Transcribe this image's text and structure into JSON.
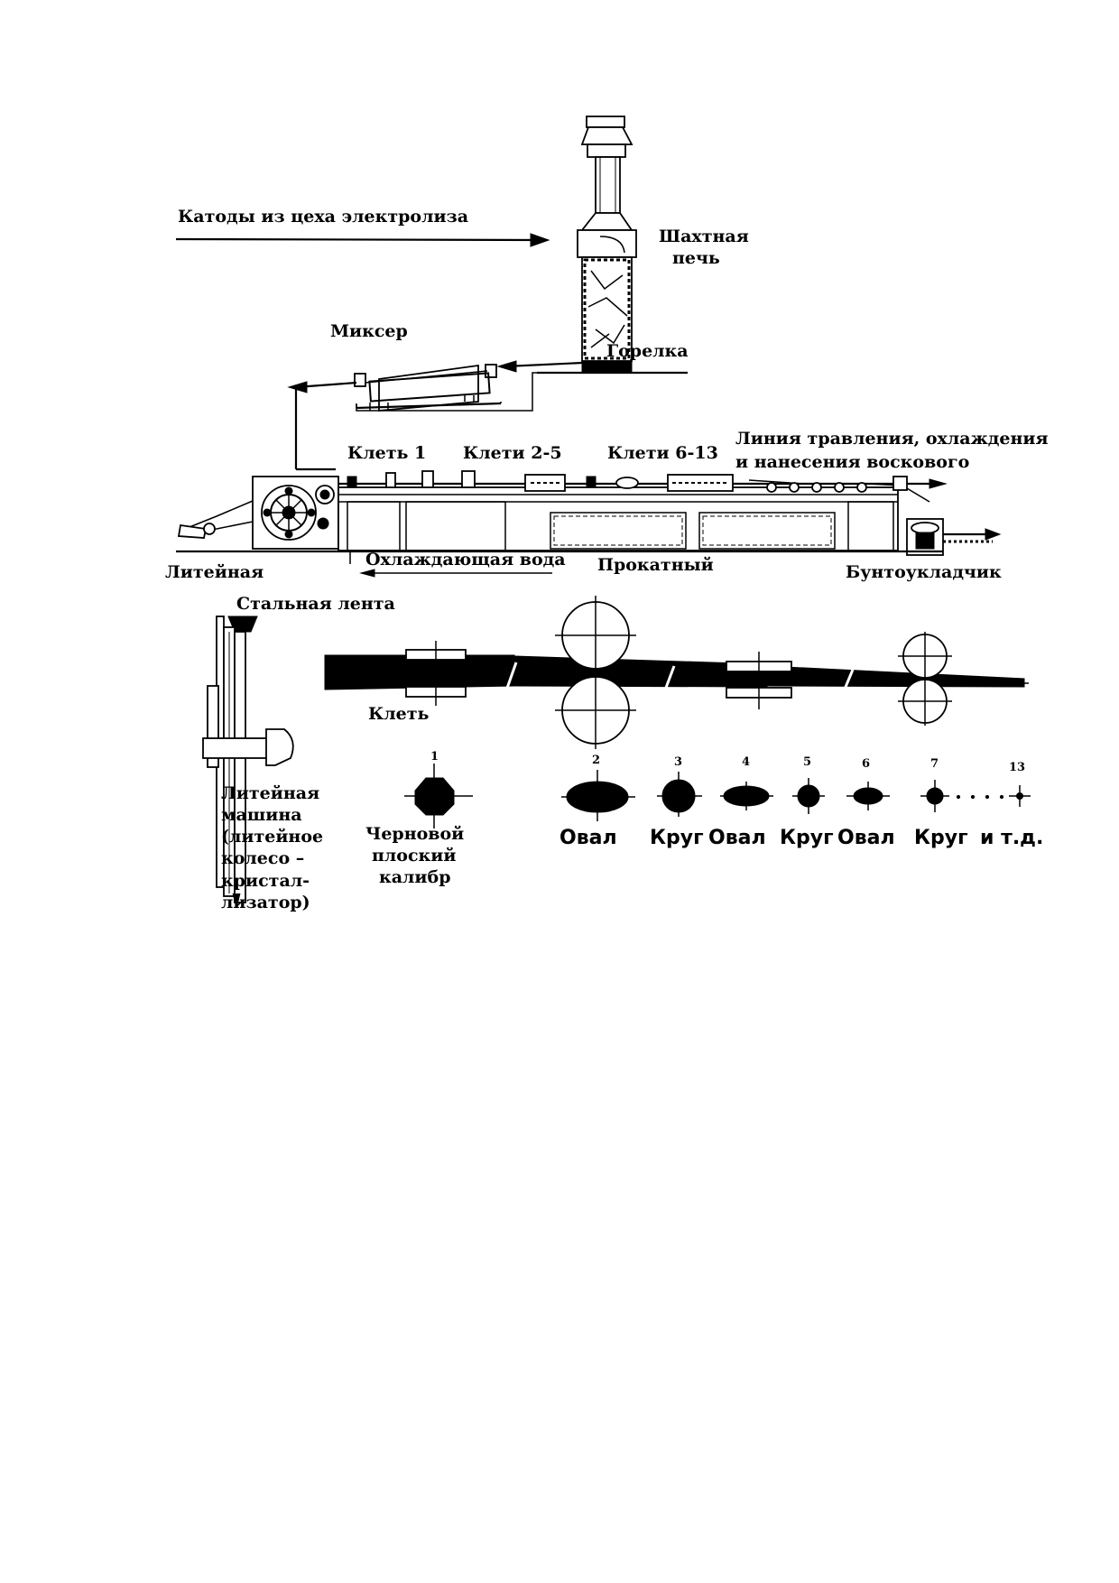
{
  "labels": {
    "cathodes": "Катоды из цеха электролиза",
    "shaft_furnace_1": "Шахтная",
    "shaft_furnace_2": "печь",
    "mixer": "Миксер",
    "burner": "Горелка",
    "stand_1": "Клеть 1",
    "stands_2_5": "Клети 2-5",
    "stands_6_13": "Клети 6-13",
    "pickling_line_1": "Линия травления, охлаждения",
    "pickling_line_2": "и нанесения воскового",
    "casting": "Литейная",
    "cooling_water": "Охлаждающая вода",
    "rolling": "Прокатный",
    "coiler": "Бунтоукладчик",
    "steel_band": "Стальная лента",
    "stand": "Клеть",
    "casting_machine": [
      "Литейная",
      "машина",
      "(литейное",
      "колесо –",
      "кристал-",
      "лизатор)"
    ],
    "rough_caliber": [
      "Черновой",
      "плоский",
      "калибр"
    ]
  },
  "pass_numbers": [
    "1",
    "2",
    "3",
    "4",
    "5",
    "6",
    "7",
    "13"
  ],
  "pass_shapes": [
    "Овал",
    "Круг",
    "Овал",
    "Круг",
    "Овал",
    "Круг",
    "и т.д."
  ]
}
